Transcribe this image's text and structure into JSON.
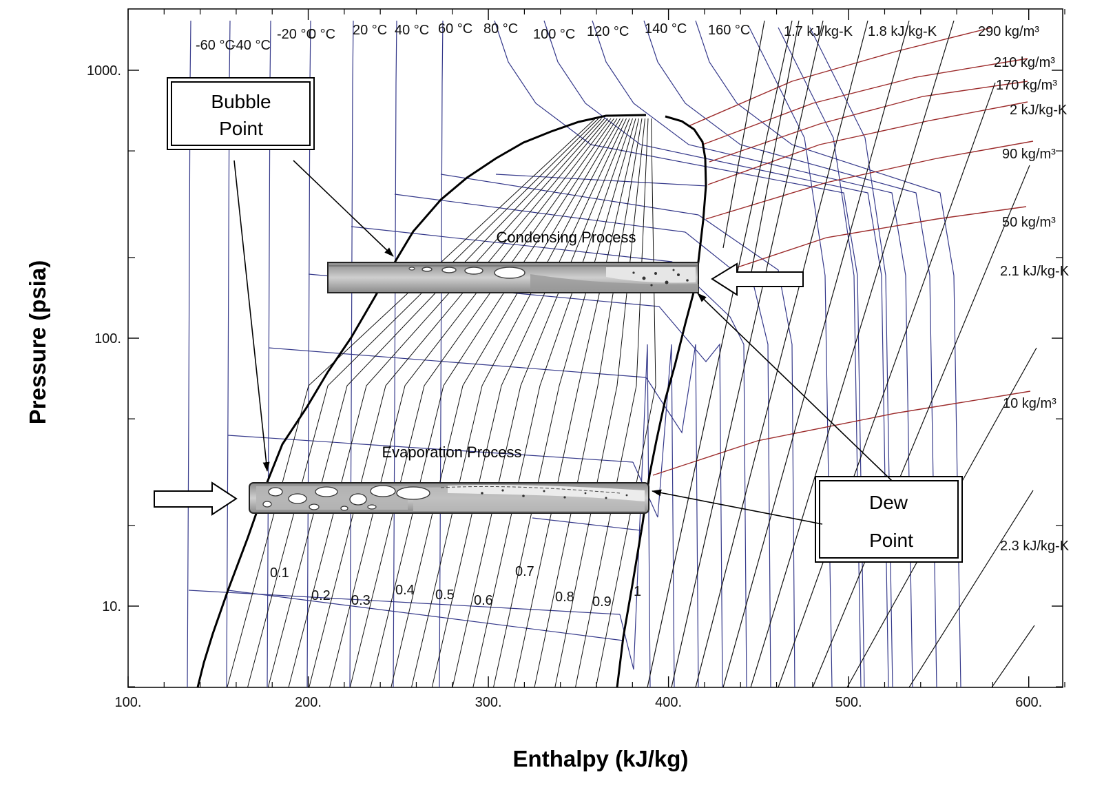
{
  "axes": {
    "x_title": "Enthalpy (kJ/kg)",
    "y_title": "Pressure (psia)",
    "x_ticks": [
      {
        "value": 100,
        "label": "100."
      },
      {
        "value": 200,
        "label": "200."
      },
      {
        "value": 300,
        "label": "300."
      },
      {
        "value": 400,
        "label": "400."
      },
      {
        "value": 500,
        "label": "500."
      },
      {
        "value": 600,
        "label": "600."
      }
    ],
    "y_ticks": [
      {
        "value": 1000,
        "label": "1000."
      },
      {
        "value": 100,
        "label": "100."
      },
      {
        "value": 10,
        "label": "10."
      }
    ],
    "x_range": [
      100,
      620
    ],
    "y_range": [
      4.7,
      1700
    ],
    "y_scale": "log"
  },
  "isotherm_labels": [
    "-60 °C",
    "-40 °C",
    "-20 °C",
    "0 °C",
    "20 °C",
    "40 °C",
    "60 °C",
    "80 °C",
    "100 °C",
    "120 °C",
    "140 °C",
    "160 °C"
  ],
  "quality_labels": [
    "0.1",
    "0.2",
    "0.3",
    "0.4",
    "0.5",
    "0.6",
    "0.7",
    "0.8",
    "0.9",
    "1"
  ],
  "entropy_labels": [
    "1.7 kJ/kg-K",
    "1.8 kJ/kg-K",
    "2 kJ/kg-K",
    "2.1 kJ/kg-K",
    "2.3 kJ/kg-K"
  ],
  "density_labels": [
    "290 kg/m³",
    "210 kg/m³",
    "170 kg/m³",
    "90 kg/m³",
    "50 kg/m³",
    "10 kg/m³"
  ],
  "annotations": {
    "bubble_line1": "Bubble",
    "bubble_line2": "Point",
    "dew_line1": "Dew",
    "dew_line2": "Point",
    "condensing": "Condensing Process",
    "evaporation": "Evaporation Process"
  },
  "colors": {
    "isotherm": "#34388a",
    "density": "#9c2b2b",
    "entropy": "#111111",
    "dome": "#000000"
  }
}
